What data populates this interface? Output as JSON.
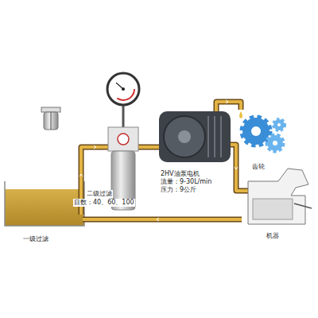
{
  "diagram": {
    "labels": [
      "二级过滤",
      "目数：40、60、100",
      "2HV油泵电机",
      "流量：9-30L/min",
      "压力：9公斤",
      "齿轮",
      "一级过滤",
      "机器"
    ]
  }
}
